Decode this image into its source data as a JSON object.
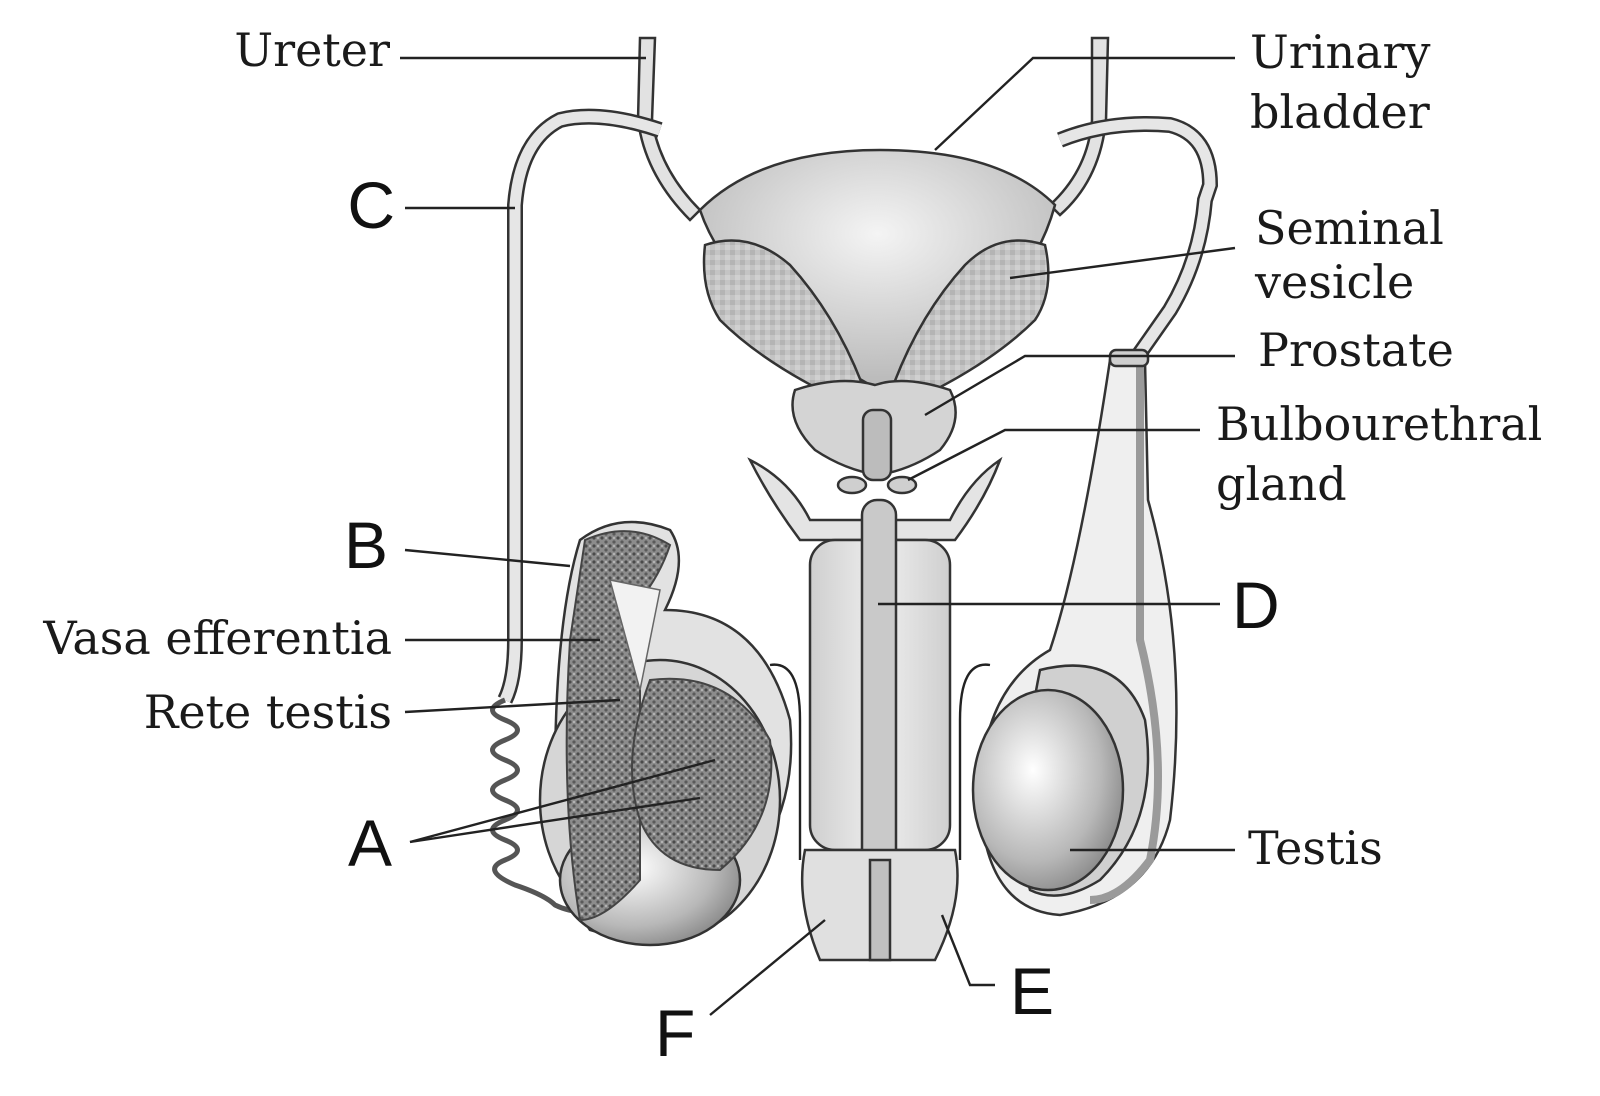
{
  "labels": {
    "ureter": "Ureter",
    "urinary_bladder_1": "Urinary",
    "urinary_bladder_2": "bladder",
    "c": "C",
    "seminal_vesicle_1": "Seminal",
    "seminal_vesicle_2": "vesicle",
    "prostate": "Prostate",
    "bulbourethral_1": "Bulbourethral",
    "bulbourethral_2": "gland",
    "b": "B",
    "d": "D",
    "vasa_efferentia": "Vasa efferentia",
    "rete_testis": "Rete testis",
    "a": "A",
    "testis": "Testis",
    "e": "E",
    "f": "F"
  },
  "colors": {
    "organ_fill": "#dcdcdc",
    "gland_fill": "#bdbdbd",
    "tubule_fill": "#6e6e6e",
    "outline": "#333333"
  }
}
